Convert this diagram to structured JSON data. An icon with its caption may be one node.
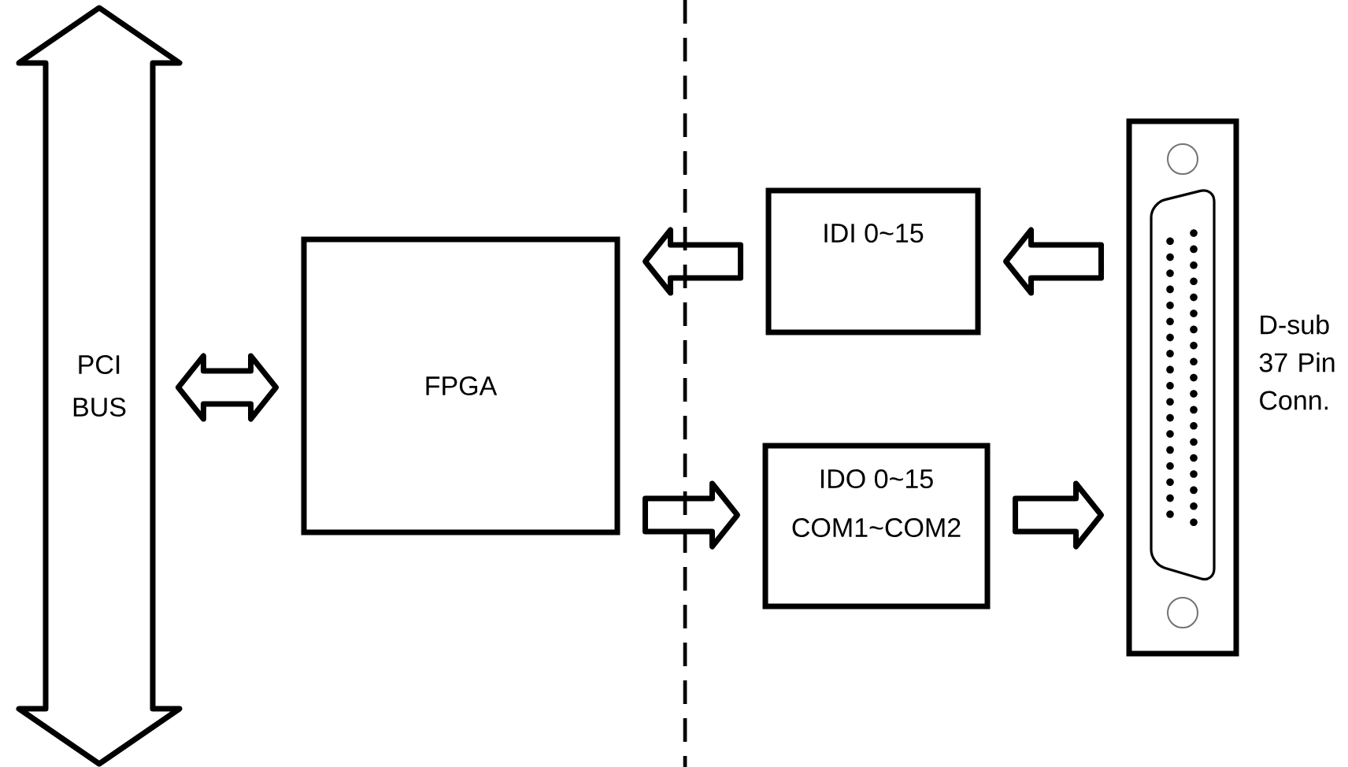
{
  "diagram": {
    "nodes": [
      {
        "text": [
          "PCI BUS"
        ]
      },
      {
        "text": [
          "FPGA"
        ]
      },
      {
        "text": [
          "IDI 0~15"
        ]
      },
      {
        "text": [
          "IDO 0~15 COM1~COM2"
        ]
      },
      {
        "text": [],
        "shape": "picture",
        "beside": [
          "D-sub 37 Pin Conn."
        ]
      }
    ],
    "edges": [
      {
        "from": 0,
        "to": 1,
        "arrow": "both"
      },
      {
        "from": 2,
        "to": 1,
        "arrow": "to"
      },
      {
        "from": 4,
        "to": 2,
        "arrow": "to"
      },
      {
        "from": 1,
        "to": 3,
        "arrow": "to"
      },
      {
        "from": 3,
        "to": 4,
        "arrow": "to"
      }
    ]
  }
}
